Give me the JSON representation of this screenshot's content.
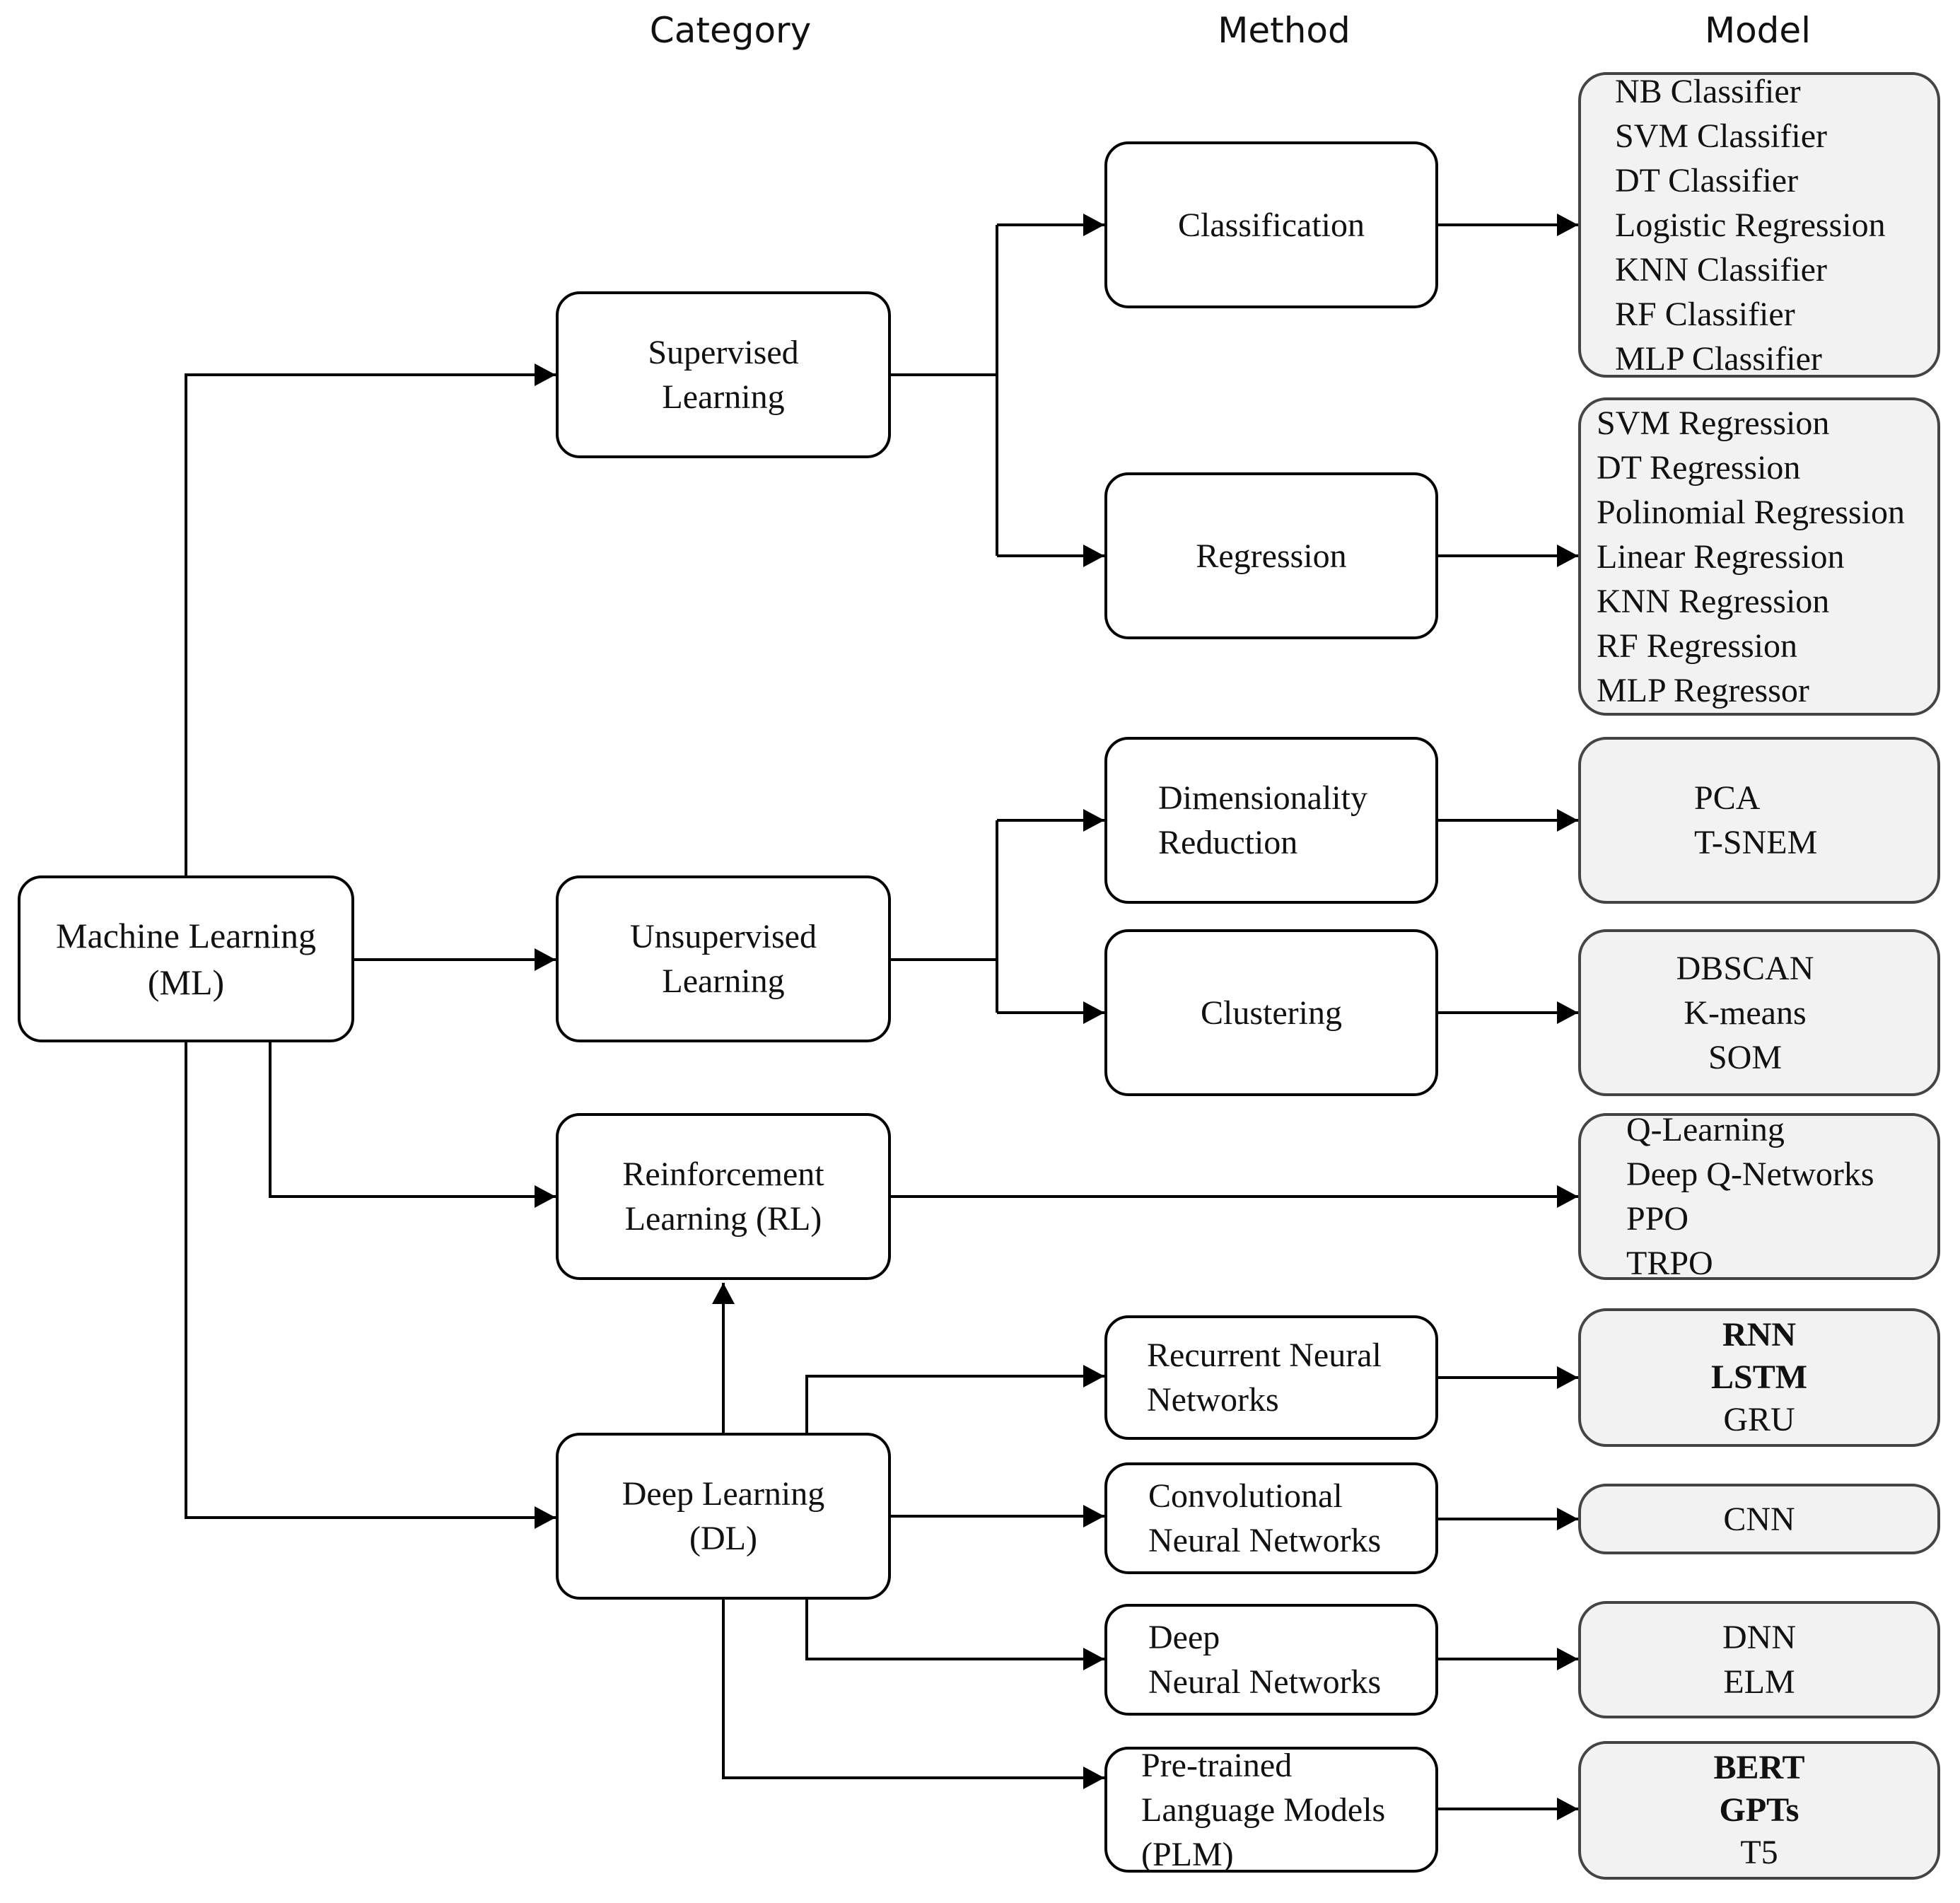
{
  "headers": {
    "category": "Category",
    "method": "Method",
    "model": "Model"
  },
  "root": {
    "lines": [
      "Machine Learning",
      "(ML)"
    ]
  },
  "categories": {
    "supervised": {
      "lines": [
        "Supervised",
        "Learning"
      ]
    },
    "unsupervised": {
      "lines": [
        "Unsupervised",
        "Learning"
      ]
    },
    "reinforcement": {
      "lines": [
        "Reinforcement",
        "Learning (RL)"
      ]
    },
    "deep": {
      "lines": [
        "Deep Learning",
        "(DL)"
      ]
    }
  },
  "methods": {
    "classification": {
      "lines": [
        "Classification"
      ]
    },
    "regression": {
      "lines": [
        "Regression"
      ]
    },
    "dimensionality": {
      "lines": [
        "Dimensionality",
        "Reduction"
      ]
    },
    "clustering": {
      "lines": [
        "Clustering"
      ]
    },
    "rnn": {
      "lines": [
        "Recurrent Neural",
        "Networks"
      ]
    },
    "cnn": {
      "lines": [
        "Convolutional",
        "Neural Networks"
      ]
    },
    "dnn": {
      "lines": [
        "Deep",
        "Neural Networks"
      ]
    },
    "plm": {
      "lines": [
        "Pre-trained",
        "Language Models",
        "(PLM)"
      ]
    }
  },
  "models": {
    "classification": {
      "items": [
        "NB Classifier",
        "SVM Classifier",
        "DT Classifier",
        "Logistic Regression",
        "KNN Classifier",
        "RF Classifier",
        "MLP Classifier"
      ]
    },
    "regression": {
      "items": [
        "SVM Regression",
        "DT Regression",
        "Polinomial Regression",
        "Linear Regression",
        "KNN Regression",
        "RF Regression",
        "MLP Regressor"
      ]
    },
    "dimensionality": {
      "items": [
        "PCA",
        "T-SNEM"
      ]
    },
    "clustering": {
      "items": [
        "DBSCAN",
        "K-means",
        "SOM"
      ]
    },
    "reinforcement": {
      "items": [
        "Q-Learning",
        "Deep Q-Networks",
        "PPO",
        "TRPO"
      ]
    },
    "rnn": {
      "items": [
        "RNN",
        "LSTM",
        "GRU"
      ]
    },
    "cnn": {
      "items": [
        "CNN"
      ]
    },
    "dnn": {
      "items": [
        "DNN",
        "ELM"
      ]
    },
    "plm": {
      "items": [
        "BERT",
        "GPTs",
        "T5"
      ]
    }
  }
}
